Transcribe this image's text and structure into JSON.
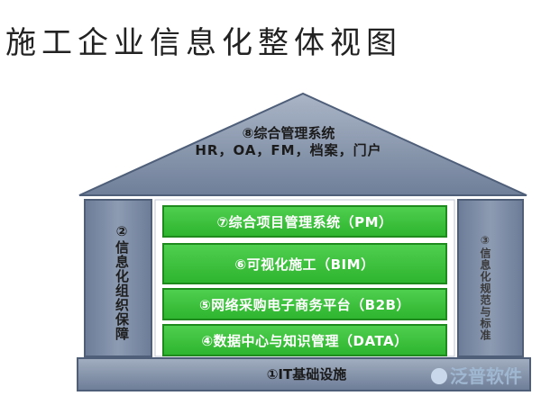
{
  "title": "施工企业信息化整体视图",
  "roof": {
    "line1": "⑧综合管理系统",
    "line2": "HR，OA，FM，档案，门户"
  },
  "left_pillar": {
    "label": "②信息化组织保障"
  },
  "right_pillar": {
    "label": "③信息化规范与标准"
  },
  "layers": [
    {
      "label": "⑦综合项目管理系统（PM）"
    },
    {
      "label": "⑥可视化施工（BIM）"
    },
    {
      "label": "⑤网络采购电子商务平台（B2B）"
    },
    {
      "label": "④数据中心与知识管理（DATA）"
    }
  ],
  "base": {
    "label": "①IT基础设施"
  },
  "watermark": {
    "text": "泛普软件"
  },
  "colors": {
    "roof": "#7d8da6",
    "pillar": "#7a8aa5",
    "layer_green": "#3cbe3c",
    "base": "#8391a9"
  }
}
